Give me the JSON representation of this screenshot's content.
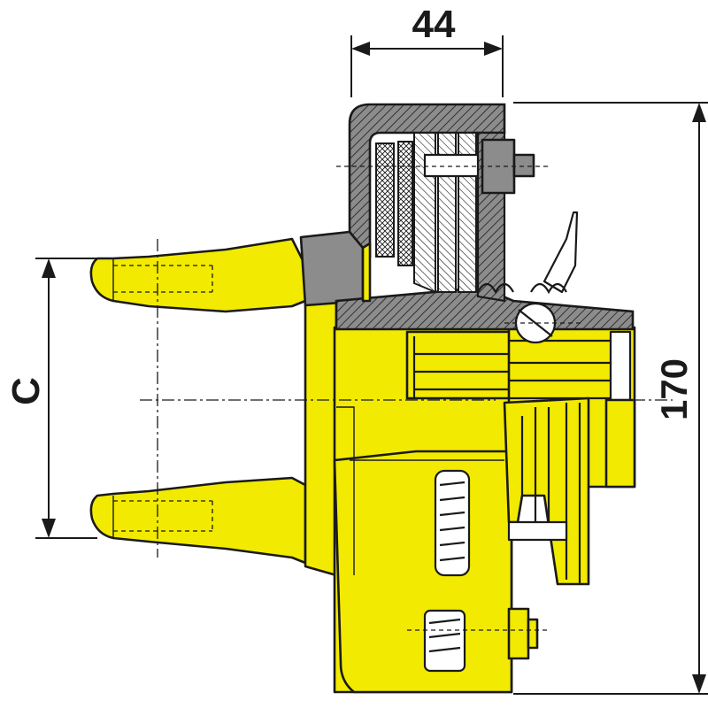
{
  "dimensions": {
    "top_width": "44",
    "overall_height": "170",
    "fork_spacing": "C"
  },
  "colors": {
    "yoke_yellow": "#f2ea00",
    "housing_gray": "#8c8c8c",
    "outline": "#1a1a1a",
    "background": "#ffffff"
  }
}
